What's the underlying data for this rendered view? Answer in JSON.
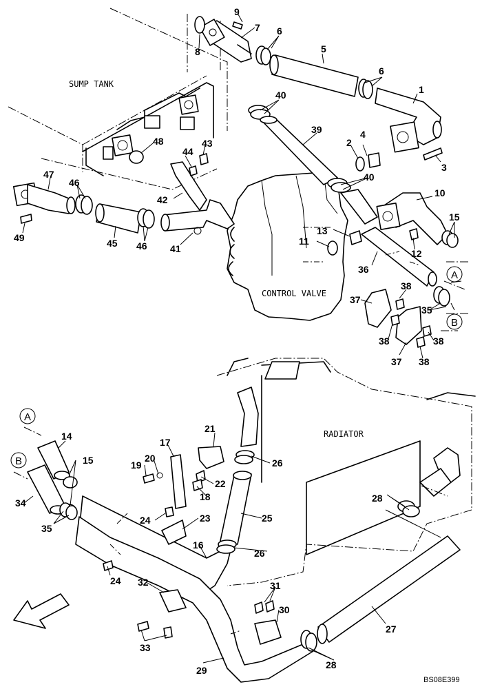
{
  "labels": {
    "sump_tank": "SUMP TANK",
    "control_valve": "CONTROL VALVE",
    "radiator": "RADIATOR",
    "drawing_code": "BS08E399"
  },
  "callout_letters": [
    "A",
    "B"
  ],
  "part_numbers": [
    "1",
    "2",
    "3",
    "4",
    "5",
    "6",
    "7",
    "8",
    "9",
    "10",
    "11",
    "12",
    "13",
    "14",
    "15",
    "16",
    "17",
    "18",
    "19",
    "20",
    "21",
    "22",
    "23",
    "24",
    "25",
    "26",
    "27",
    "28",
    "29",
    "30",
    "31",
    "32",
    "33",
    "34",
    "35",
    "36",
    "37",
    "38",
    "39",
    "40",
    "41",
    "42",
    "43",
    "44",
    "45",
    "46",
    "47",
    "48",
    "49"
  ],
  "colors": {
    "ink": "#000000",
    "paper": "#ffffff"
  },
  "icons": {
    "direction_arrow": "arrow-left-down-icon"
  }
}
